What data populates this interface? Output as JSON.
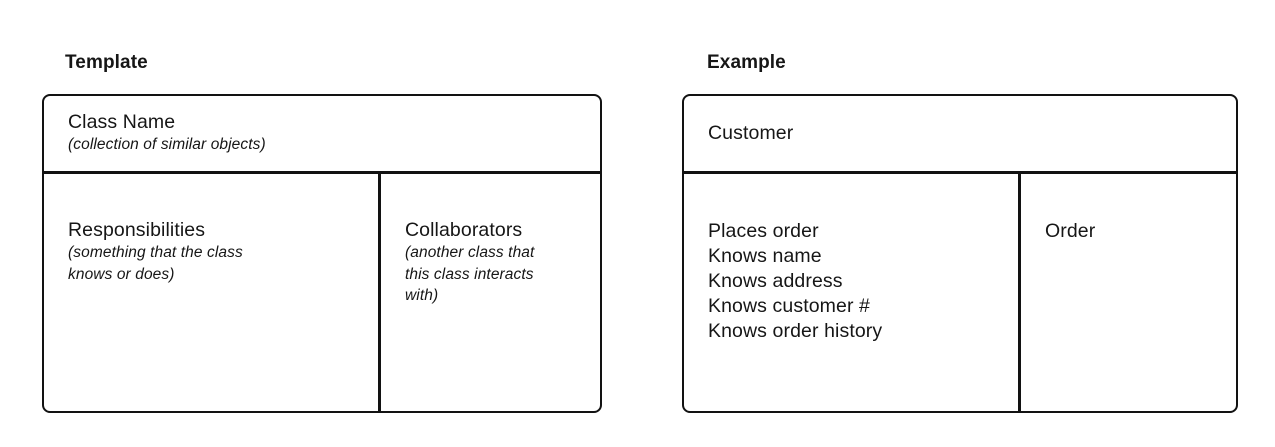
{
  "colors": {
    "background": "#ffffff",
    "border": "#121212",
    "text": "#161616"
  },
  "template_section": {
    "title": "Template",
    "card": {
      "class_name": "Class Name",
      "class_name_note": "(collection of similar objects)",
      "responsibilities_label": "Responsibilities",
      "responsibilities_note": "(something that the class\nknows or does)",
      "collaborators_label": "Collaborators",
      "collaborators_note": "(another class that\nthis class interacts\nwith)"
    }
  },
  "example_section": {
    "title": "Example",
    "card": {
      "class_name": "Customer",
      "responsibilities": [
        "Places order",
        "Knows name",
        "Knows address",
        "Knows customer #",
        "Knows order history"
      ],
      "collaborators": [
        "Order"
      ]
    }
  }
}
